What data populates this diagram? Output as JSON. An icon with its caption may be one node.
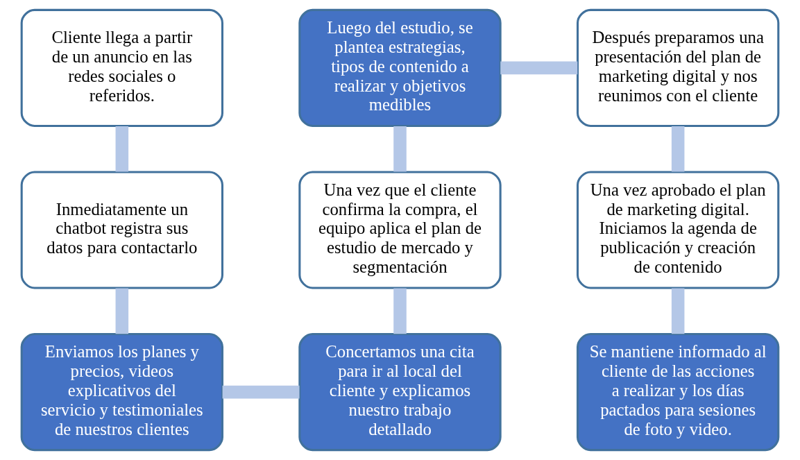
{
  "diagram": {
    "nodes": [
      {
        "text": [
          "Cliente llega a partir de un anuncio en las redes sociales o referidos."
        ]
      },
      {
        "text": [
          "Inmediatamente un chatbot registra sus datos para contactarlo"
        ]
      },
      {
        "text": [
          "Enviamos los planes y precios, videos explicativos del servicio y testimoniales de nuestros clientes"
        ]
      },
      {
        "text": [
          "Concertamos una cita para ir al local del cliente y explicamos nuestro trabajo detallado"
        ]
      },
      {
        "text": [
          "Una vez que el cliente confirma la compra, el equipo aplica el plan de estudio de mercado y segmentación"
        ]
      },
      {
        "text": [
          "Luego del estudio, se plantea estrategias, tipos de contenido a realizar y objetivos medibles"
        ]
      },
      {
        "text": [
          "Después preparamos una presentación del plan de marketing digital y nos reunimos con el cliente"
        ]
      },
      {
        "text": [
          "Una vez aprobado el plan de marketing digital. Iniciamos la agenda de publicación y creación de contenido"
        ]
      },
      {
        "text": [
          "Se mantiene informado al cliente de las acciones a realizar y los días pactados para sesiones de foto y video."
        ]
      }
    ],
    "edges": [
      {
        "from": 0,
        "to": 1,
        "arrow": "none"
      },
      {
        "from": 1,
        "to": 2,
        "arrow": "none"
      },
      {
        "from": 2,
        "to": 3,
        "arrow": "none"
      },
      {
        "from": 3,
        "to": 4,
        "arrow": "none"
      },
      {
        "from": 4,
        "to": 5,
        "arrow": "none"
      },
      {
        "from": 5,
        "to": 6,
        "arrow": "none"
      },
      {
        "from": 6,
        "to": 7,
        "arrow": "none"
      },
      {
        "from": 7,
        "to": 8,
        "arrow": "none"
      }
    ]
  }
}
